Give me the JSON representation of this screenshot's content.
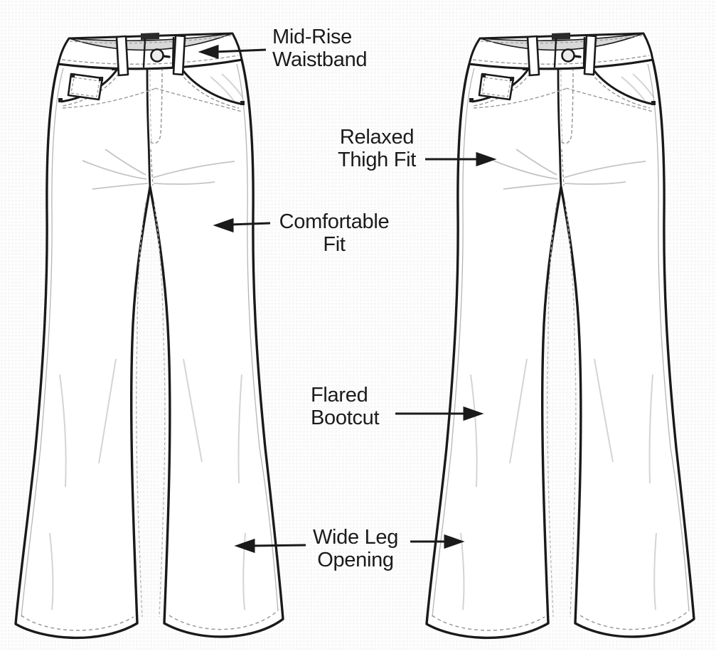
{
  "figure": {
    "description": "Technical flat sketch: two front views of flared bootcut jeans with feature callouts",
    "colors": {
      "ink": "#1a1a1a",
      "text": "#1b1b1b",
      "stitch": "#9a9a9a",
      "crease": "#d4d4d4",
      "waistband_inner": "#d8d8d8",
      "background": "#fdfdfd"
    },
    "annotations": [
      {
        "id": "mid-rise-waistband",
        "label": "Mid-Rise\nWaistband",
        "arrow_direction": "left"
      },
      {
        "id": "relaxed-thigh-fit",
        "label": "Relaxed\nThigh Fit",
        "arrow_direction": "right"
      },
      {
        "id": "comfortable-fit",
        "label": "Comfortable\nFit",
        "arrow_direction": "left"
      },
      {
        "id": "flared-bootcut",
        "label": "Flared\nBootcut",
        "arrow_direction": "right"
      },
      {
        "id": "wide-leg-opening",
        "label": "Wide Leg\nOpening",
        "arrow_direction": "left-and-right"
      }
    ]
  }
}
